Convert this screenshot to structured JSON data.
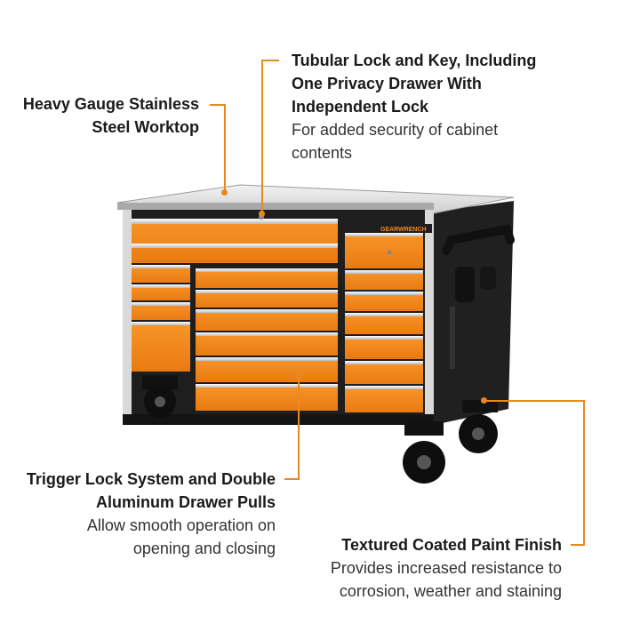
{
  "colors": {
    "accent": "#e8891f",
    "cabinet_orange": "#f28a1d",
    "cabinet_black": "#1d1d1d"
  },
  "brand": {
    "logo_text": "GEARWRENCH"
  },
  "callouts": {
    "worktop": {
      "title_line1": "Heavy Gauge Stainless",
      "title_line2": "Steel Worktop"
    },
    "lock": {
      "title_line1": "Tubular Lock and Key, Including",
      "title_line2": "One Privacy Drawer With",
      "title_line3": "Independent Lock",
      "desc_line1": "For added security of cabinet",
      "desc_line2": "contents"
    },
    "trigger": {
      "title_line1": "Trigger Lock System and Double",
      "title_line2": "Aluminum Drawer Pulls",
      "desc_line1": "Allow smooth operation on",
      "desc_line2": "opening and closing"
    },
    "paint": {
      "title_line1": "Textured Coated Paint Finish",
      "desc_line1": "Provides increased resistance to",
      "desc_line2": "corrosion, weather and staining"
    }
  }
}
